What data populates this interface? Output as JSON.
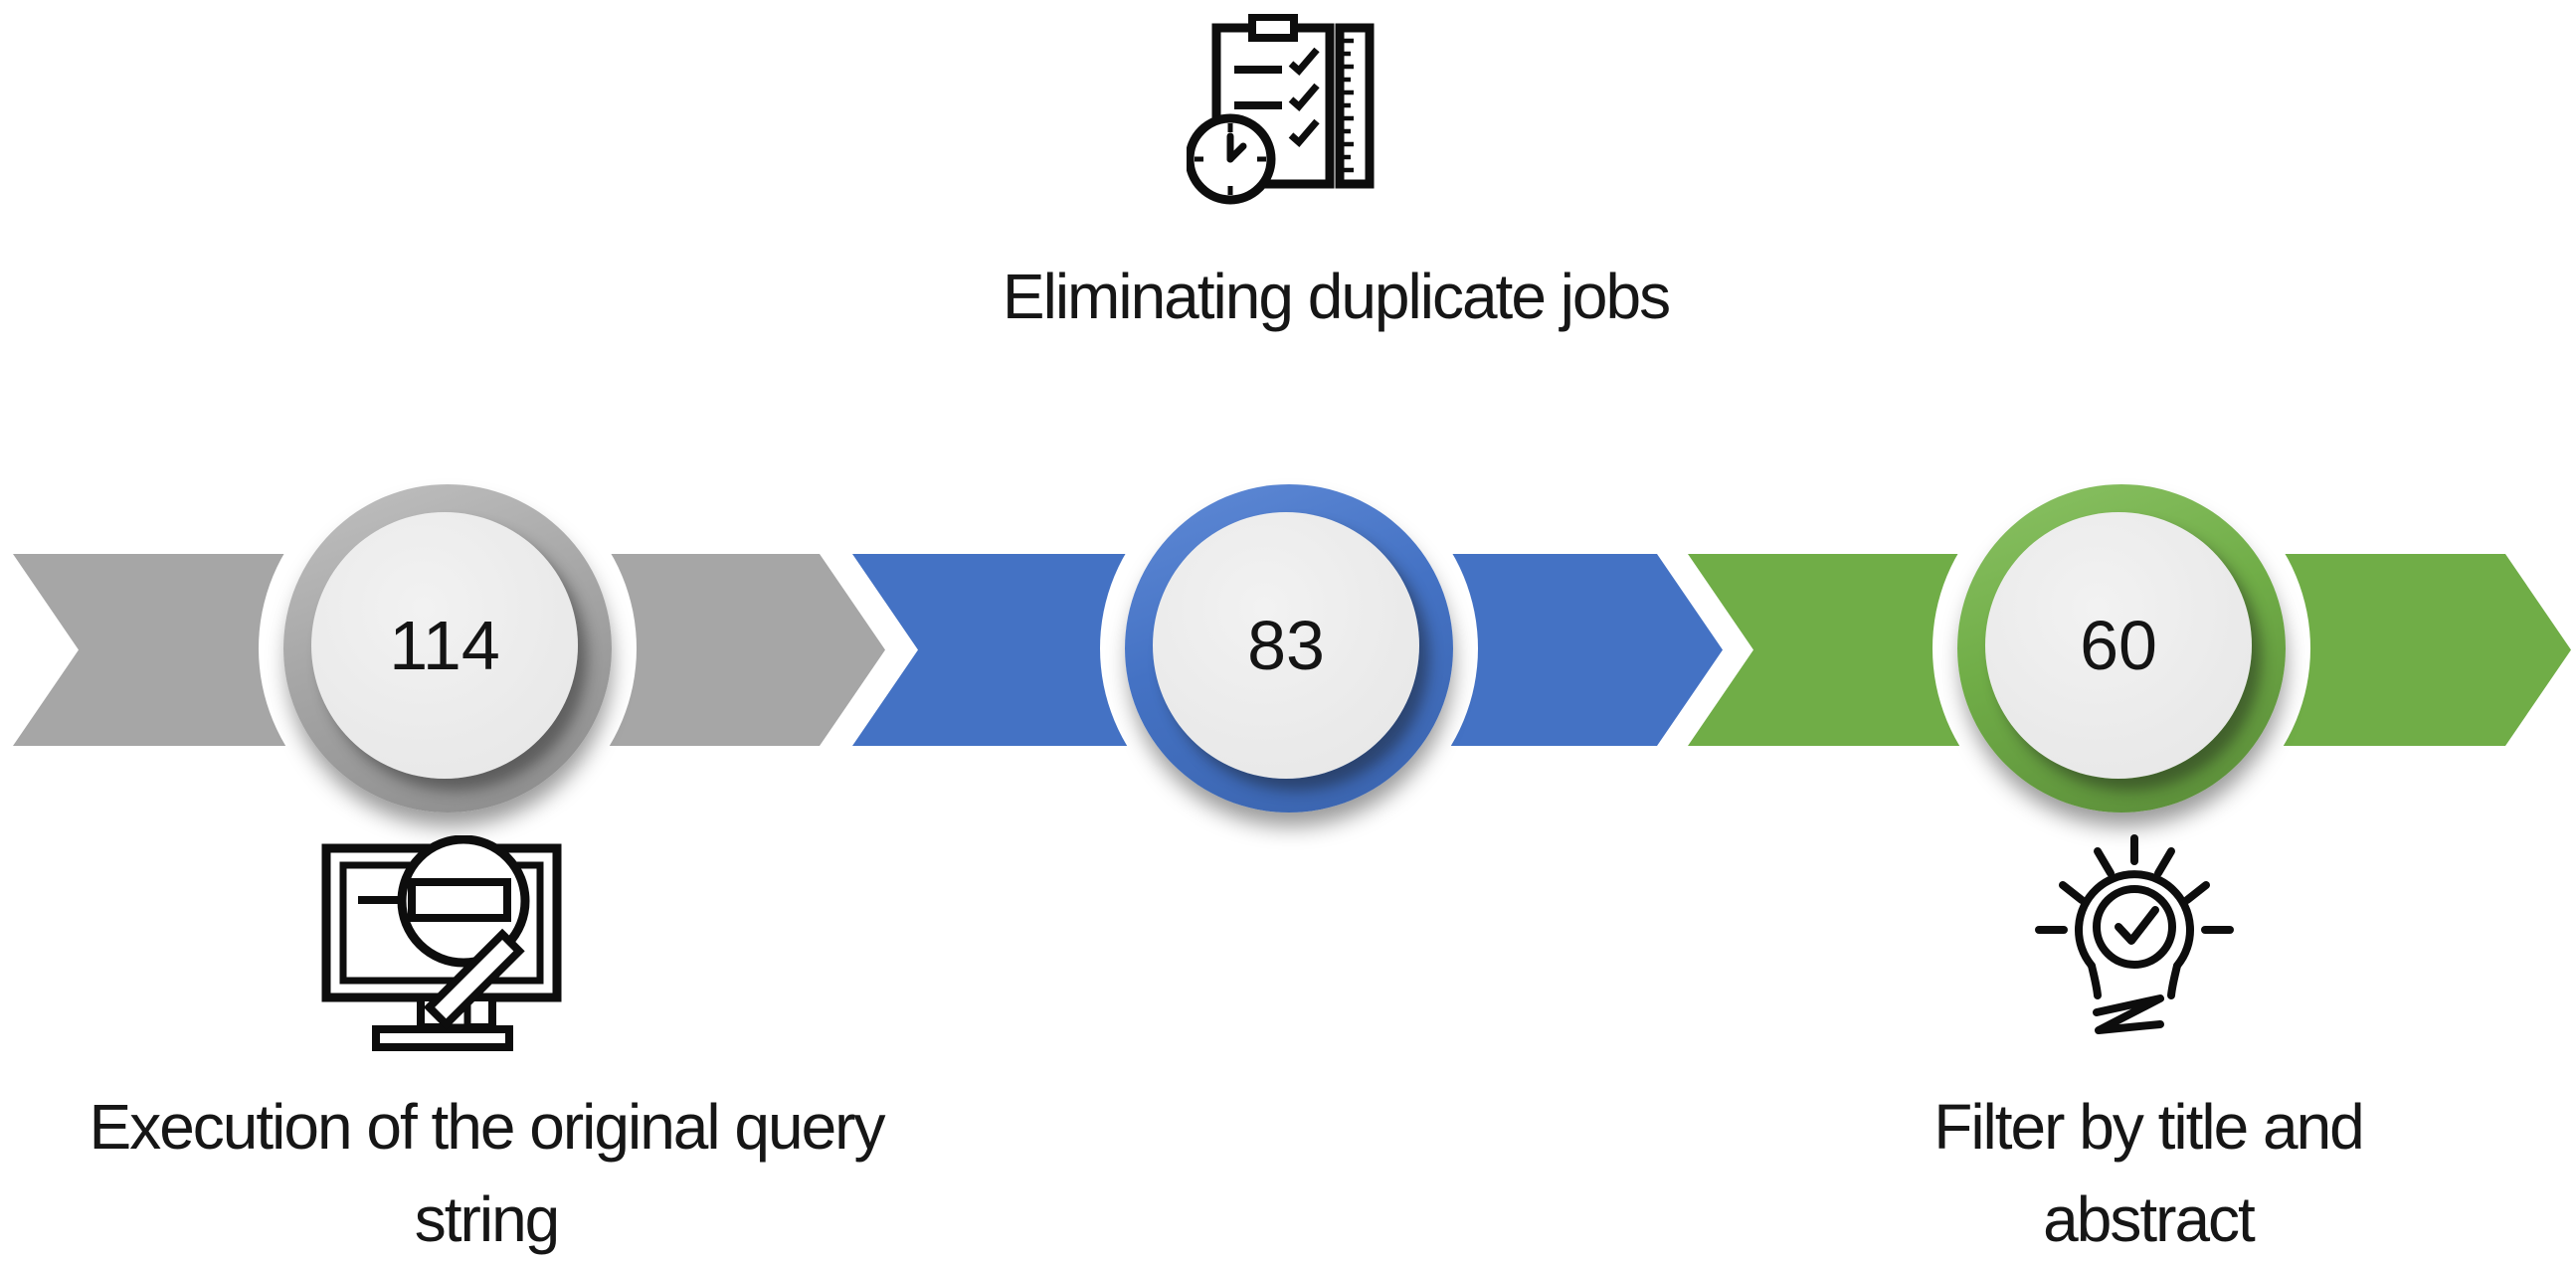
{
  "diagram": {
    "type": "process-funnel",
    "stages": [
      {
        "value": "114",
        "caption": "Execution of the original query\nstring",
        "caption_position": "below",
        "arrow_color": "#A6A6A6",
        "icon": "monitor-magnifier-icon"
      },
      {
        "value": "83",
        "caption": "Eliminating duplicate jobs",
        "caption_position": "above",
        "arrow_color": "#4472C4",
        "icon": "clipboard-clock-ruler-icon"
      },
      {
        "value": "60",
        "caption": "Filter by title and\nabstract",
        "caption_position": "below",
        "arrow_color": "#70AD47",
        "icon": "lightbulb-check-icon"
      }
    ],
    "colors": {
      "gray_arrow": "#A6A6A6",
      "blue_arrow": "#4472C4",
      "green_arrow": "#70AD47",
      "circle_fill": "#EBEBEB",
      "icon_ink": "#0D0D0D",
      "text": "#161616",
      "background": "#FFFFFF"
    }
  }
}
